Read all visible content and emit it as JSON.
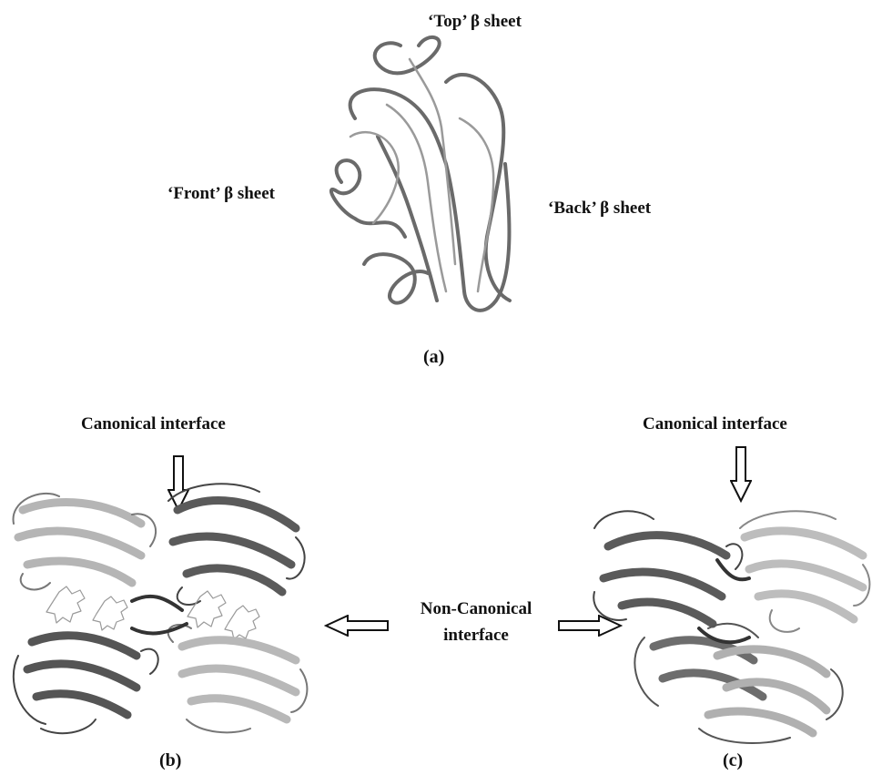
{
  "panel_a": {
    "label_top": "‘Top’ β sheet",
    "label_front": "‘Front’ β sheet",
    "label_back": "‘Back’ β sheet",
    "panel_label": "(a)"
  },
  "panel_b": {
    "label_canonical": "Canonical interface",
    "panel_label": "(b)"
  },
  "panel_c": {
    "label_canonical": "Canonical interface",
    "panel_label": "(c)"
  },
  "shared": {
    "noncanonical_line1": "Non-Canonical",
    "noncanonical_line2": "interface"
  },
  "colors": {
    "ribbon_dark": "#555555",
    "ribbon_mid": "#8a8a8a",
    "ribbon_light": "#c4c4c4",
    "arrow": "#111111"
  }
}
